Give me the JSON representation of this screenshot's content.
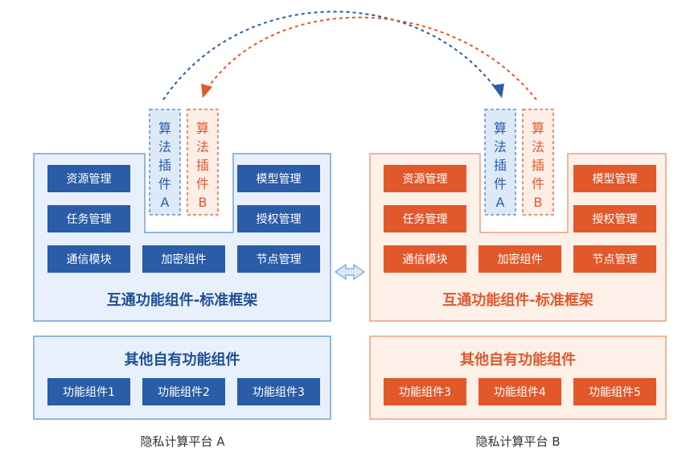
{
  "colors": {
    "blue": "#2a5ca8",
    "blue_light": "#e8f1fb",
    "blue_border": "#6fa3d9",
    "orange": "#e1582a",
    "orange_light": "#fdf0e8",
    "orange_border": "#efa07a"
  },
  "platform_a": {
    "plugins": [
      {
        "chars": [
          "算",
          "法",
          "插",
          "件",
          "A"
        ]
      },
      {
        "chars": [
          "算",
          "法",
          "插",
          "件",
          "B"
        ]
      }
    ],
    "modules": [
      "资源管理",
      "任务管理",
      "通信模块",
      "加密组件",
      "节点管理",
      "模型管理",
      "授权管理"
    ],
    "framework_title": "互通功能组件-标准框架",
    "other_title": "其他自有功能组件",
    "components": [
      "功能组件1",
      "功能组件2",
      "功能组件3"
    ],
    "caption": "隐私计算平台 A"
  },
  "platform_b": {
    "plugins": [
      {
        "chars": [
          "算",
          "法",
          "插",
          "件",
          "A"
        ]
      },
      {
        "chars": [
          "算",
          "法",
          "插",
          "件",
          "B"
        ]
      }
    ],
    "modules": [
      "资源管理",
      "任务管理",
      "通信模块",
      "加密组件",
      "节点管理",
      "模型管理",
      "授权管理"
    ],
    "framework_title": "互通功能组件-标准框架",
    "other_title": "其他自有功能组件",
    "components": [
      "功能组件3",
      "功能组件4",
      "功能组件5"
    ],
    "caption": "隐私计算平台 B"
  }
}
